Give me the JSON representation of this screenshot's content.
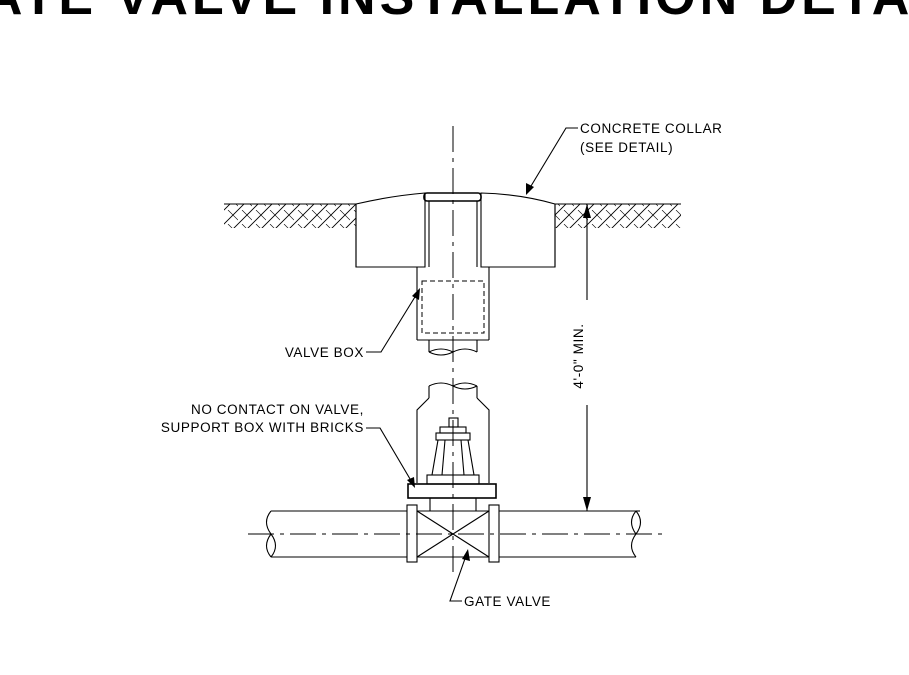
{
  "title": "GATE VALVE INSTALLATION DETAIL",
  "labels": {
    "concrete_collar_line1": "CONCRETE COLLAR",
    "concrete_collar_line2": "(SEE DETAIL)",
    "valve_box": "VALVE BOX",
    "no_contact_line1": "NO CONTACT ON VALVE,",
    "no_contact_line2": "SUPPORT BOX WITH BRICKS",
    "gate_valve": "GATE VALVE",
    "dimension": "4'-0\" MIN."
  }
}
